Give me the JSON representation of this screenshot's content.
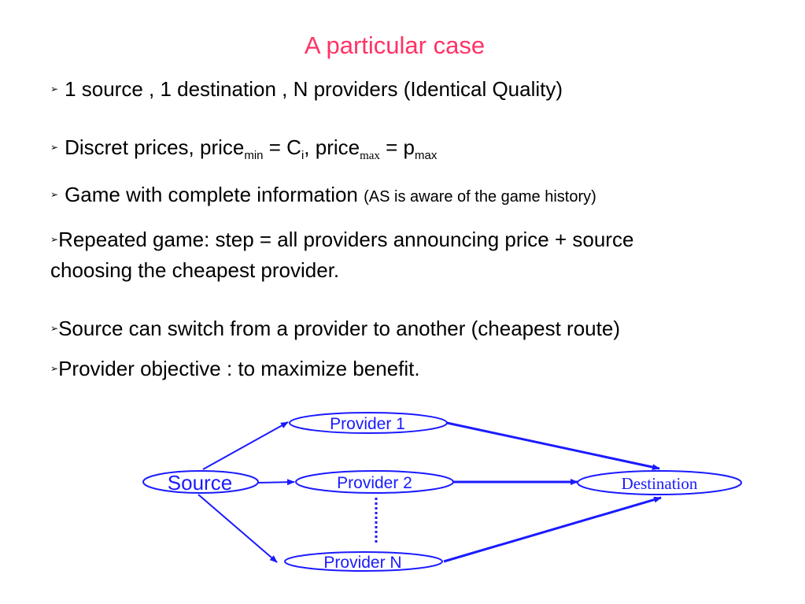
{
  "slide": {
    "title": "A particular case",
    "bullets": [
      {
        "text": "1 source , 1 destination ,  N providers (Identical Quality)"
      },
      {
        "pre": "Discret prices, price",
        "sub1": "min",
        "mid1": " = C",
        "sub2": "i",
        "mid2": ",  price",
        "sub3": "max",
        "mid3": " = p",
        "sub4": "max"
      },
      {
        "text": "Game with complete information ",
        "small": "(AS is aware of the game history)"
      },
      {
        "line1": "Repeated game: step = all providers announcing price + source",
        "line2": "choosing the cheapest provider."
      },
      {
        "text": "Source can switch from a provider to another (cheapest route)"
      },
      {
        "text": "Provider objective : to maximize benefit."
      }
    ],
    "bullet_symbol": "➢"
  },
  "diagram": {
    "nodes": {
      "source": "Source",
      "provider1": "Provider 1",
      "provider2": "Provider 2",
      "providerN": "Provider N",
      "destination": "Destination"
    },
    "colors": {
      "accent": "#1a1aff",
      "title": "#ff3366"
    }
  }
}
